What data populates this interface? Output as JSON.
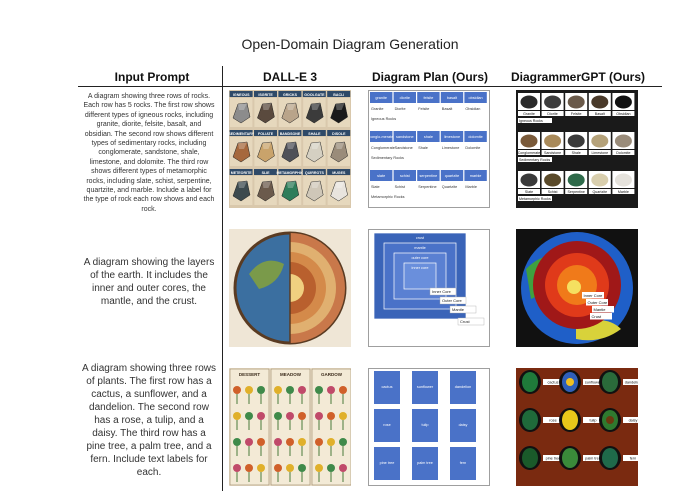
{
  "figure": {
    "title": "Open-Domain Diagram Generation",
    "columns": [
      "Input Prompt",
      "DALL-E 3",
      "Diagram Plan (Ours)",
      "DiagrammerGPT (Ours)"
    ]
  },
  "rows": [
    {
      "prompt": "A diagram showing three rows of rocks. Each row has 5 rocks. The first row shows different types of igneous rocks, including granite, diorite, felsite, basalt, and obsidian. The second row shows different types of sedimentary rocks, including conglomerate, sandstone, shale, limestone, and dolomite. The third row shows different types of metamorphic rocks, including slate, schist, serpentine, quartzite, and marble. Include a label for the type of rock each row shows and each rock.",
      "dalle_labels": [
        [
          "IGNEOUS",
          "ISGRITE",
          "GRICKS",
          "GOOLGATE",
          "BACLI"
        ],
        [
          "SEDIMENTARY",
          "FOLIATE",
          "BANDSONE",
          "SHALE",
          "DISOLE"
        ],
        [
          "METEORITE",
          "SLIE",
          "METAMORPHIC",
          "QUIRROTS",
          "MUGES"
        ]
      ],
      "plan_rows": [
        {
          "items": [
            "granite",
            "diorite",
            "felsite",
            "basalt",
            "obsidian"
          ],
          "labels": [
            "Granite",
            "Diorite",
            "Felsite",
            "Basalt",
            "Obsidian"
          ],
          "row_label": "Igneous Rocks"
        },
        {
          "items": [
            "conglo-merate",
            "sandstone",
            "shale",
            "limestone",
            "dolomite"
          ],
          "labels": [
            "Conglomerate",
            "Sandstone",
            "Shale",
            "Limestone",
            "Dolomite"
          ],
          "row_label": "Sedimentary Rocks"
        },
        {
          "items": [
            "slate",
            "schist",
            "serpentine",
            "quartzite",
            "marble"
          ],
          "labels": [
            "Slate",
            "Schist",
            "Serpentine",
            "Quartzite",
            "Marble"
          ],
          "row_label": "Metamorphic Rocks"
        }
      ],
      "gpt_rows": [
        {
          "labels": [
            "Granite",
            "Diorite",
            "Felsite",
            "Basalt",
            "Obsidian"
          ],
          "row_label": "Igneous Rocks"
        },
        {
          "labels": [
            "Conglomerate",
            "Sandstone",
            "Shale",
            "Limestone",
            "Dolomite"
          ],
          "row_label": "Sedimentary Rocks"
        },
        {
          "labels": [
            "Slate",
            "Schist",
            "Serpentine",
            "Quartzite",
            "Marble"
          ],
          "row_label": "Metamorphic Rocks"
        }
      ]
    },
    {
      "prompt": "A diagram showing the layers of the earth. It includes the inner and outer cores, the mantle, and the crust.",
      "plan_boxes": [
        "crust",
        "mantle",
        "outer core",
        "inner core"
      ],
      "labels": [
        "Inner Core",
        "Outer Core",
        "Mantle",
        "Crust"
      ]
    },
    {
      "prompt": "A diagram showing three rows of plants. The first row has a cactus, a sunflower, and a dandelion. The second row has a rose, a tulip, and a daisy. The third row has a pine tree, a palm tree, and a fern. Include text labels for each.",
      "dalle_headers": [
        "DESSERT",
        "MEADOW",
        "GARDOW"
      ],
      "plan_items": [
        "cactus",
        "sunflower",
        "dandelion",
        "rose",
        "tulip",
        "daisy",
        "pine tree",
        "palm tree",
        "fern"
      ],
      "gpt_labels": [
        "cactus",
        "sunflower",
        "dandelion",
        "rose",
        "tulip",
        "daisy",
        "pine tree",
        "palm tree",
        "fern"
      ]
    }
  ],
  "colors": {
    "plan_blue": "#4a72c8",
    "plan_dark": "#2f4f9e",
    "gpt_background": "#7a2a10",
    "layout_background": "#1a1a1a"
  }
}
